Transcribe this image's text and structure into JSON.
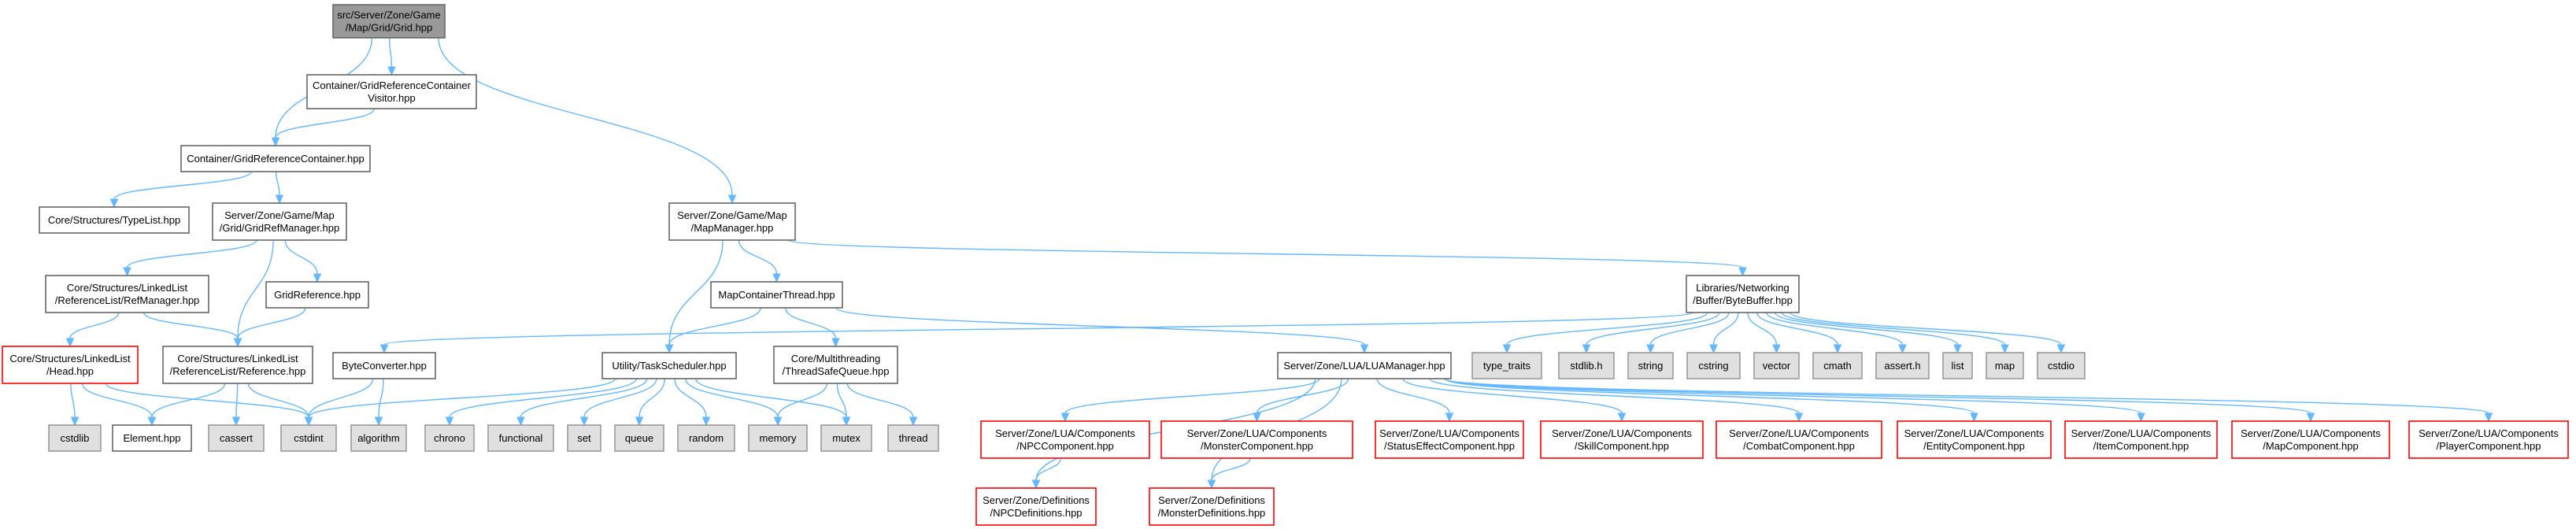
{
  "palette": {
    "edge": "#63b8ff",
    "root_fill": "#999999",
    "root_border": "#666666",
    "file_fill": "#ffffff",
    "file_border": "#666666",
    "system_fill": "#e0e0e0",
    "system_border": "#999999",
    "missing_border": "#ff0000"
  },
  "nodes": [
    {
      "id": "grid",
      "kind": "root",
      "lines": [
        "src/Server/Zone/Game",
        "/Map/Grid/Grid.hpp"
      ]
    },
    {
      "id": "grcv",
      "kind": "file",
      "lines": [
        "Container/GridReferenceContainer",
        "Visitor.hpp"
      ]
    },
    {
      "id": "grc",
      "kind": "file",
      "lines": [
        "Container/GridReferenceContainer.hpp"
      ]
    },
    {
      "id": "typelist",
      "kind": "file",
      "lines": [
        "Core/Structures/TypeList.hpp"
      ]
    },
    {
      "id": "gridrefmgr",
      "kind": "file",
      "lines": [
        "Server/Zone/Game/Map",
        "/Grid/GridRefManager.hpp"
      ]
    },
    {
      "id": "refmanager",
      "kind": "file",
      "lines": [
        "Core/Structures/LinkedList",
        "/ReferenceList/RefManager.hpp"
      ]
    },
    {
      "id": "gridref",
      "kind": "file",
      "lines": [
        "GridReference.hpp"
      ]
    },
    {
      "id": "head",
      "kind": "missing",
      "lines": [
        "Core/Structures/LinkedList",
        "/Head.hpp"
      ]
    },
    {
      "id": "reference",
      "kind": "file",
      "lines": [
        "Core/Structures/LinkedList",
        "/ReferenceList/Reference.hpp"
      ]
    },
    {
      "id": "element",
      "kind": "file",
      "lines": [
        "Element.hpp"
      ]
    },
    {
      "id": "cstdlib",
      "kind": "system",
      "lines": [
        "cstdlib"
      ]
    },
    {
      "id": "cassert",
      "kind": "system",
      "lines": [
        "cassert"
      ]
    },
    {
      "id": "cstdint",
      "kind": "system",
      "lines": [
        "cstdint"
      ]
    },
    {
      "id": "mapmanager",
      "kind": "file",
      "lines": [
        "Server/Zone/Game/Map",
        "/MapManager.hpp"
      ]
    },
    {
      "id": "mapcontainer",
      "kind": "file",
      "lines": [
        "MapContainerThread.hpp"
      ]
    },
    {
      "id": "byteconverter",
      "kind": "file",
      "lines": [
        "ByteConverter.hpp"
      ]
    },
    {
      "id": "algorithm",
      "kind": "system",
      "lines": [
        "algorithm"
      ]
    },
    {
      "id": "taskscheduler",
      "kind": "file",
      "lines": [
        "Utility/TaskScheduler.hpp"
      ]
    },
    {
      "id": "threadsafe",
      "kind": "file",
      "lines": [
        "Core/Multithreading",
        "/ThreadSafeQueue.hpp"
      ]
    },
    {
      "id": "chrono",
      "kind": "system",
      "lines": [
        "chrono"
      ]
    },
    {
      "id": "functional",
      "kind": "system",
      "lines": [
        "functional"
      ]
    },
    {
      "id": "set",
      "kind": "system",
      "lines": [
        "set"
      ]
    },
    {
      "id": "queue",
      "kind": "system",
      "lines": [
        "queue"
      ]
    },
    {
      "id": "random",
      "kind": "system",
      "lines": [
        "random"
      ]
    },
    {
      "id": "memory",
      "kind": "system",
      "lines": [
        "memory"
      ]
    },
    {
      "id": "mutex",
      "kind": "system",
      "lines": [
        "mutex"
      ]
    },
    {
      "id": "thread",
      "kind": "system",
      "lines": [
        "thread"
      ]
    },
    {
      "id": "bytebuffer",
      "kind": "file",
      "lines": [
        "Libraries/Networking",
        "/Buffer/ByteBuffer.hpp"
      ]
    },
    {
      "id": "type_traits",
      "kind": "system",
      "lines": [
        "type_traits"
      ]
    },
    {
      "id": "stdlib",
      "kind": "system",
      "lines": [
        "stdlib.h"
      ]
    },
    {
      "id": "string",
      "kind": "system",
      "lines": [
        "string"
      ]
    },
    {
      "id": "cstring",
      "kind": "system",
      "lines": [
        "cstring"
      ]
    },
    {
      "id": "vector",
      "kind": "system",
      "lines": [
        "vector"
      ]
    },
    {
      "id": "cmath",
      "kind": "system",
      "lines": [
        "cmath"
      ]
    },
    {
      "id": "asserth",
      "kind": "system",
      "lines": [
        "assert.h"
      ]
    },
    {
      "id": "list",
      "kind": "system",
      "lines": [
        "list"
      ]
    },
    {
      "id": "map",
      "kind": "system",
      "lines": [
        "map"
      ]
    },
    {
      "id": "cstdio",
      "kind": "system",
      "lines": [
        "cstdio"
      ]
    },
    {
      "id": "luamanager",
      "kind": "file",
      "lines": [
        "Server/Zone/LUA/LUAManager.hpp"
      ]
    },
    {
      "id": "npccomp",
      "kind": "missing",
      "lines": [
        "Server/Zone/LUA/Components",
        "/NPCComponent.hpp"
      ]
    },
    {
      "id": "monstercomp",
      "kind": "missing",
      "lines": [
        "Server/Zone/LUA/Components",
        "/MonsterComponent.hpp"
      ]
    },
    {
      "id": "statuscomp",
      "kind": "missing",
      "lines": [
        "Server/Zone/LUA/Components",
        "/StatusEffectComponent.hpp"
      ]
    },
    {
      "id": "skillcomp",
      "kind": "missing",
      "lines": [
        "Server/Zone/LUA/Components",
        "/SkillComponent.hpp"
      ]
    },
    {
      "id": "combatcomp",
      "kind": "missing",
      "lines": [
        "Server/Zone/LUA/Components",
        "/CombatComponent.hpp"
      ]
    },
    {
      "id": "entitycomp",
      "kind": "missing",
      "lines": [
        "Server/Zone/LUA/Components",
        "/EntityComponent.hpp"
      ]
    },
    {
      "id": "itemcomp",
      "kind": "missing",
      "lines": [
        "Server/Zone/LUA/Components",
        "/ItemComponent.hpp"
      ]
    },
    {
      "id": "mapcomp",
      "kind": "missing",
      "lines": [
        "Server/Zone/LUA/Components",
        "/MapComponent.hpp"
      ]
    },
    {
      "id": "playercomp",
      "kind": "missing",
      "lines": [
        "Server/Zone/LUA/Components",
        "/PlayerComponent.hpp"
      ]
    },
    {
      "id": "npcdefs",
      "kind": "missing",
      "lines": [
        "Server/Zone/Definitions",
        "/NPCDefinitions.hpp"
      ]
    },
    {
      "id": "monsterdefs",
      "kind": "missing",
      "lines": [
        "Server/Zone/Definitions",
        "/MonsterDefinitions.hpp"
      ]
    }
  ],
  "edges": [
    [
      "grid",
      "grcv"
    ],
    [
      "grid",
      "grc"
    ],
    [
      "grid",
      "mapmanager"
    ],
    [
      "grcv",
      "grc"
    ],
    [
      "grc",
      "typelist"
    ],
    [
      "grc",
      "gridrefmgr"
    ],
    [
      "gridrefmgr",
      "refmanager"
    ],
    [
      "gridrefmgr",
      "gridref"
    ],
    [
      "gridrefmgr",
      "reference"
    ],
    [
      "refmanager",
      "head"
    ],
    [
      "refmanager",
      "reference"
    ],
    [
      "gridref",
      "reference"
    ],
    [
      "head",
      "cstdlib"
    ],
    [
      "head",
      "element"
    ],
    [
      "head",
      "cstdint"
    ],
    [
      "reference",
      "element"
    ],
    [
      "reference",
      "cassert"
    ],
    [
      "reference",
      "cstdint"
    ],
    [
      "mapmanager",
      "mapcontainer"
    ],
    [
      "mapmanager",
      "taskscheduler"
    ],
    [
      "mapmanager",
      "bytebuffer"
    ],
    [
      "mapcontainer",
      "taskscheduler"
    ],
    [
      "mapcontainer",
      "threadsafe"
    ],
    [
      "mapcontainer",
      "luamanager"
    ],
    [
      "taskscheduler",
      "cstdint"
    ],
    [
      "taskscheduler",
      "chrono"
    ],
    [
      "taskscheduler",
      "functional"
    ],
    [
      "taskscheduler",
      "set"
    ],
    [
      "taskscheduler",
      "queue"
    ],
    [
      "taskscheduler",
      "random"
    ],
    [
      "taskscheduler",
      "memory"
    ],
    [
      "taskscheduler",
      "mutex"
    ],
    [
      "threadsafe",
      "memory"
    ],
    [
      "threadsafe",
      "mutex"
    ],
    [
      "threadsafe",
      "thread"
    ],
    [
      "bytebuffer",
      "byteconverter"
    ],
    [
      "bytebuffer",
      "type_traits"
    ],
    [
      "bytebuffer",
      "stdlib"
    ],
    [
      "bytebuffer",
      "string"
    ],
    [
      "bytebuffer",
      "cstring"
    ],
    [
      "bytebuffer",
      "vector"
    ],
    [
      "bytebuffer",
      "cmath"
    ],
    [
      "bytebuffer",
      "asserth"
    ],
    [
      "bytebuffer",
      "list"
    ],
    [
      "bytebuffer",
      "map"
    ],
    [
      "bytebuffer",
      "cstdio"
    ],
    [
      "byteconverter",
      "algorithm"
    ],
    [
      "byteconverter",
      "cstdint"
    ],
    [
      "luamanager",
      "npccomp"
    ],
    [
      "luamanager",
      "monstercomp"
    ],
    [
      "luamanager",
      "statuscomp"
    ],
    [
      "luamanager",
      "skillcomp"
    ],
    [
      "luamanager",
      "combatcomp"
    ],
    [
      "luamanager",
      "entitycomp"
    ],
    [
      "luamanager",
      "itemcomp"
    ],
    [
      "luamanager",
      "mapcomp"
    ],
    [
      "luamanager",
      "playercomp"
    ],
    [
      "luamanager",
      "npcdefs"
    ],
    [
      "luamanager",
      "monsterdefs"
    ],
    [
      "npccomp",
      "npcdefs"
    ],
    [
      "monstercomp",
      "monsterdefs"
    ]
  ]
}
